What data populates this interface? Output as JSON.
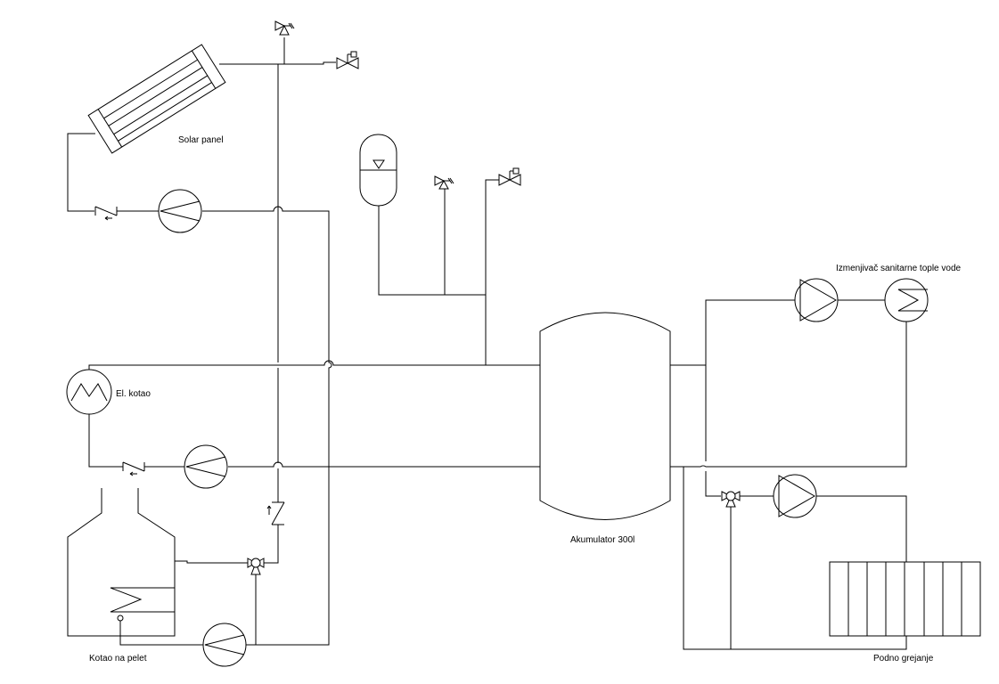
{
  "labels": {
    "solar_panel": "Solar panel",
    "el_kotao": "El. kotao",
    "kotao_na_pelet": "Kotao na pelet",
    "akumulator": "Akumulator 300l",
    "izmenjivac": "Izmenjivač sanitarne tople vode",
    "podno_grejanje": "Podno grejanje"
  },
  "colors": {
    "line": "#000000",
    "background": "#ffffff"
  }
}
